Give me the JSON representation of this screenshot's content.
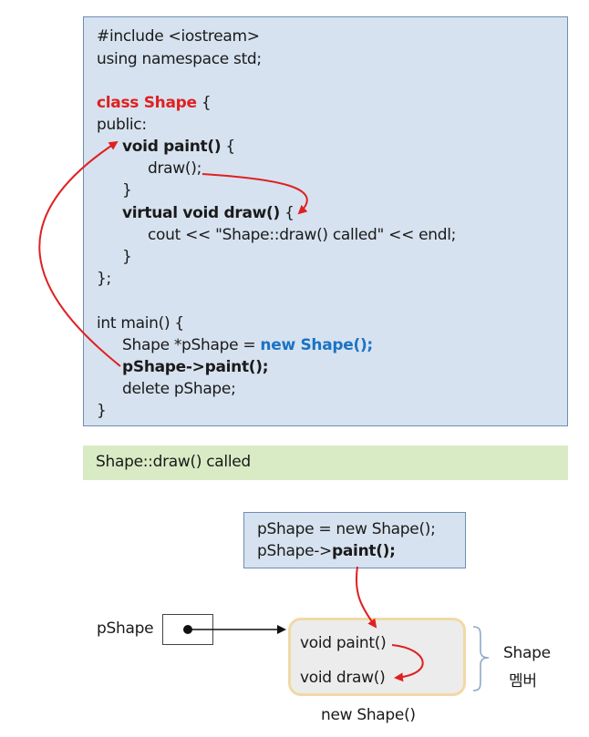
{
  "code": {
    "l1": "#include <iostream>",
    "l2": "using namespace std;",
    "l3_kw": "class Shape",
    "l3_rest": " {",
    "l4": "public:",
    "l5_b": "void paint()",
    "l5_rest": " {",
    "l6": "draw();",
    "l7": "}",
    "l8_b": "virtual void draw()",
    "l8_rest": " {",
    "l9": "cout << \"Shape::draw() called\" << endl;",
    "l10": "}",
    "l11": "};",
    "l12": "int main() {",
    "l13_a": "Shape *pShape = ",
    "l13_b": "new Shape();",
    "l14": "pShape->paint();",
    "l15": "delete pShape;",
    "l16": "}"
  },
  "output": "Shape::draw() called",
  "diagram": {
    "call_line1": "pShape = new Shape();",
    "call_line2_a": "pShape->",
    "call_line2_b": "paint();",
    "pointer_label": "pShape",
    "member1": "void paint()",
    "member2": "void draw()",
    "group_label_1": "Shape",
    "group_label_2": "멤버",
    "object_label": "new Shape()"
  },
  "colors": {
    "arrow_red": "#e02020",
    "keyword_blue": "#1a73c4",
    "code_bg": "#d6e2ef",
    "output_bg": "#d9ebc4"
  }
}
